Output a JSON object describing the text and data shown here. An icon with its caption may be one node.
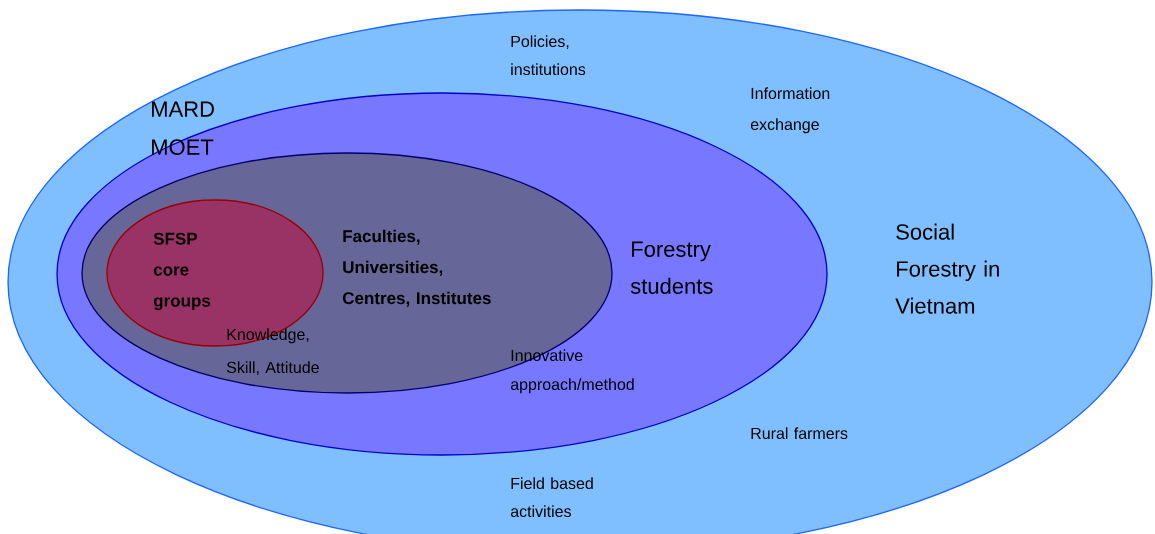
{
  "diagram": {
    "nodes": [
      {
        "text": [
          "Social Forestry in Vietnam"
        ]
      },
      {
        "text": [
          "Forestry students"
        ],
        "in": 0
      },
      {
        "text": [
          "Faculties, Universities, Centres, Institutes"
        ],
        "in": 1
      },
      {
        "text": [
          "SFSP core groups"
        ],
        "in": 2
      }
    ],
    "labels": [
      "Policies, institutions",
      "MARD MOET",
      "Information exchange",
      "Knowledge, Skill, Attitude",
      "Innovative approach/method",
      "Rural farmers",
      "Field based activities"
    ]
  }
}
